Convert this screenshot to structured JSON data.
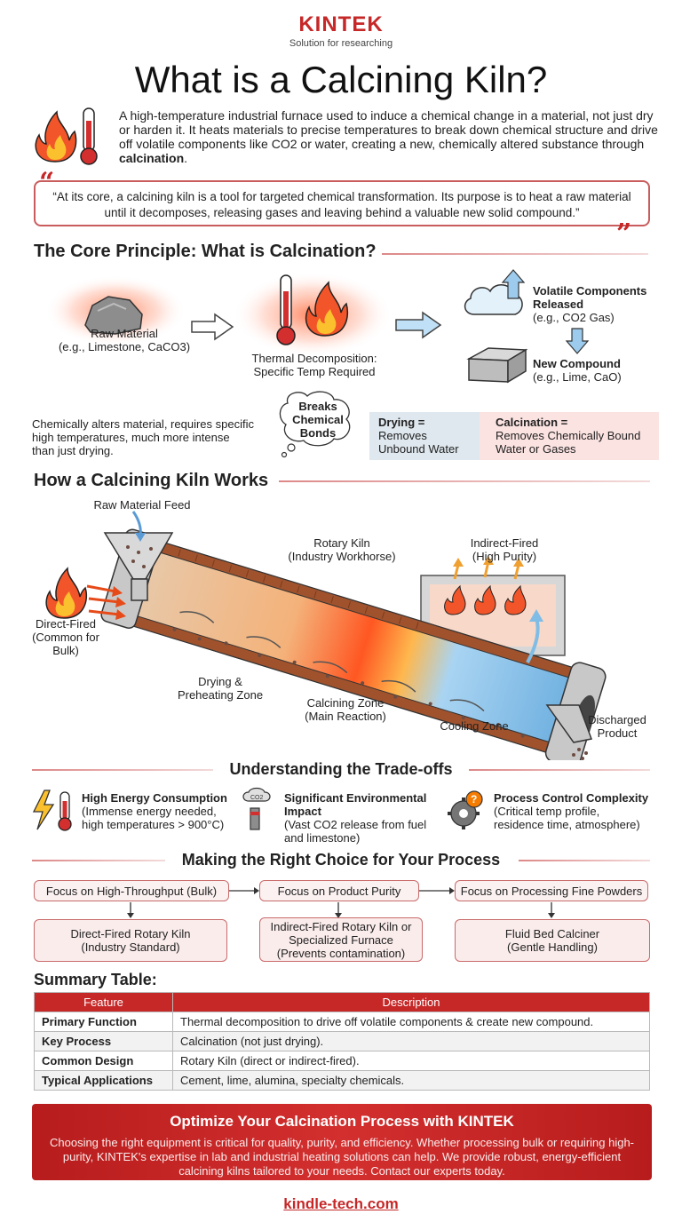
{
  "brand": {
    "name": "KINTEK",
    "tagline": "Solution for researching"
  },
  "title": "What is a Calcining Kiln?",
  "intro": {
    "text": "A high-temperature industrial furnace used to induce a chemical change in a material, not just dry or harden it. It heats materials to precise temperatures to break down chemical structure and drive off volatile components like CO2 or water, creating a new, chemically altered substance through ",
    "bold": "calcination",
    "end": "."
  },
  "quote": "“At its core, a calcining kiln is a tool for targeted chemical transformation. Its purpose is to heat a raw material until it decomposes, releasing gases and leaving behind a valuable new solid compound.”",
  "core": {
    "heading": "The Core Principle: What is Calcination?",
    "raw_material": [
      "Raw Material",
      "(e.g., Limestone, CaCO3)"
    ],
    "thermal": [
      "Thermal Decomposition:",
      "Specific Temp Required"
    ],
    "volatile": [
      "Volatile Components",
      "Released",
      "(e.g., CO2 Gas)"
    ],
    "new_compound": [
      "New Compound",
      "(e.g., Lime, CaO)"
    ],
    "bubble": [
      "Breaks",
      "Chemical",
      "Bonds"
    ],
    "note": "Chemically alters material, requires specific high temperatures, much more intense than just drying.",
    "drying": [
      "Drying =",
      "Removes",
      "Unbound Water"
    ],
    "calcination": [
      "Calcination =",
      "Removes Chemically Bound",
      "Water or Gases"
    ]
  },
  "works": {
    "heading": "How a Calcining Kiln Works",
    "feed": "Raw Material Feed",
    "rotary": [
      "Rotary Kiln",
      "(Industry Workhorse)"
    ],
    "indirect": [
      "Indirect-Fired",
      "(High Purity)"
    ],
    "direct": [
      "Direct-Fired",
      "(Common for",
      "Bulk)"
    ],
    "drying_zone": [
      "Drying &",
      "Preheating Zone"
    ],
    "calcining_zone": [
      "Calcining Zone",
      "(Main Reaction)"
    ],
    "cooling_zone": "Cooling Zone",
    "discharged": [
      "Discharged",
      "Product"
    ]
  },
  "tradeoffs": {
    "heading": "Understanding the Trade-offs",
    "items": [
      {
        "title": "High Energy Consumption",
        "desc": [
          "(Immense energy needed,",
          "high temperatures > 900°C)"
        ]
      },
      {
        "title": "Significant Environmental",
        "title2": "Impact",
        "desc": [
          "(Vast CO2 release from fuel",
          "and limestone)"
        ]
      },
      {
        "title": "Process Control Complexity",
        "desc": [
          "(Critical temp profile,",
          "residence time, atmosphere)"
        ]
      }
    ],
    "co2_label": "CO2"
  },
  "choice": {
    "heading": "Making the Right Choice for Your Process",
    "focus": [
      "Focus on High-Throughput (Bulk)",
      "Focus on Product Purity",
      "Focus on Processing Fine Powders"
    ],
    "result1": [
      "Direct-Fired Rotary Kiln",
      "(Industry Standard)"
    ],
    "result2": [
      "Indirect-Fired Rotary Kiln or",
      "Specialized Furnace",
      "(Prevents contamination)"
    ],
    "result3": [
      "Fluid Bed Calciner",
      "(Gentle Handling)"
    ]
  },
  "summary": {
    "heading": "Summary Table:",
    "columns": [
      "Feature",
      "Description"
    ],
    "rows": [
      [
        "Primary Function",
        "Thermal decomposition to drive off volatile components & create new compound."
      ],
      [
        "Key Process",
        "Calcination (not just drying)."
      ],
      [
        "Common Design",
        "Rotary Kiln (direct or indirect-fired)."
      ],
      [
        "Typical Applications",
        "Cement, lime, alumina, specialty chemicals."
      ]
    ]
  },
  "cta": {
    "title": "Optimize Your Calcination Process with KINTEK",
    "body": "Choosing the right equipment is critical for quality, purity, and efficiency. Whether processing bulk or requiring high-purity, KINTEK's expertise in lab and industrial heating solutions can help. We provide robust, energy-efficient calcining kilns tailored to your needs. Contact our experts today."
  },
  "footer": "kindle-tech.com",
  "colors": {
    "brand_red": "#c62828",
    "accent_pink": "#fbecec",
    "cool_blue": "#8ec5ea"
  },
  "icons": [
    "flame-icon",
    "thermometer-icon",
    "rock-icon",
    "cloud-icon",
    "block-icon",
    "lightning-icon",
    "factory-icon",
    "gear-question-icon",
    "funnel-icon"
  ]
}
